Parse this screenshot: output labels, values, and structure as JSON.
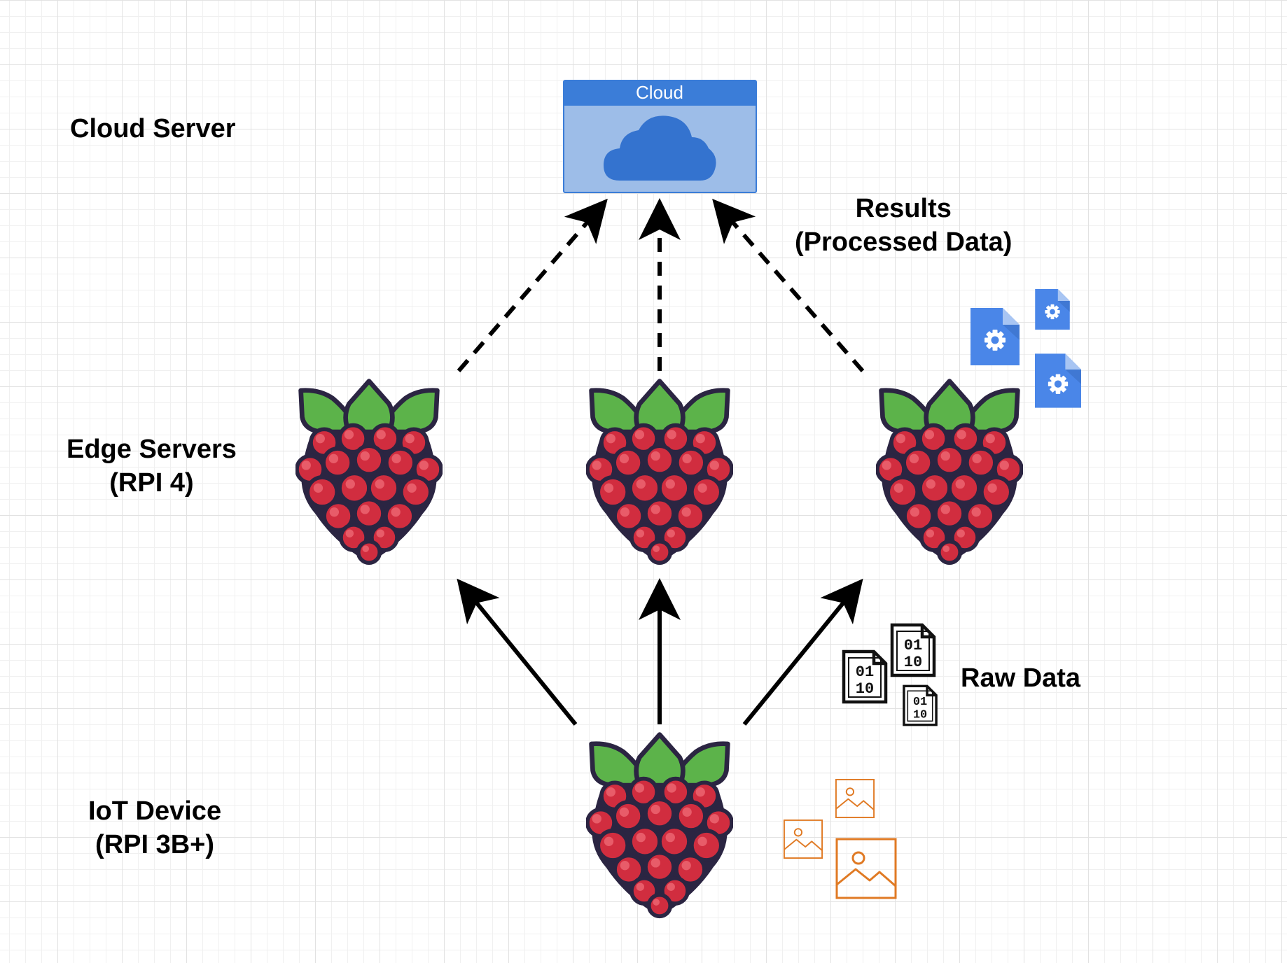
{
  "tiers": {
    "cloud": {
      "line1": "Cloud Server"
    },
    "edge": {
      "line1": "Edge Servers",
      "line2": "(RPI 4)"
    },
    "iot": {
      "line1": "IoT Device",
      "line2": "(RPI 3B+)"
    }
  },
  "cloud_box": {
    "title": "Cloud"
  },
  "annotations": {
    "results": {
      "line1": "Results",
      "line2": "(Processed Data)"
    },
    "raw_data": "Raw Data"
  },
  "binary_file": {
    "line1": "01",
    "line2": "10"
  },
  "icons": {
    "node": "raspberry-pi-icon",
    "cloud": "cloud-icon",
    "processed_file": "settings-document-icon",
    "raw_file": "binary-file-icon",
    "image_file": "image-file-icon"
  },
  "colors": {
    "cloud_header": "#3b7dd8",
    "cloud_body": "#9dbde8",
    "cloud_shape": "#3473cf",
    "berry": "#d12d3f",
    "berry_highlight": "#e85c69",
    "leaf": "#5cb34a",
    "outline": "#2b2542",
    "processed_file": "#4a86e8",
    "image_file": "#e07a24"
  }
}
